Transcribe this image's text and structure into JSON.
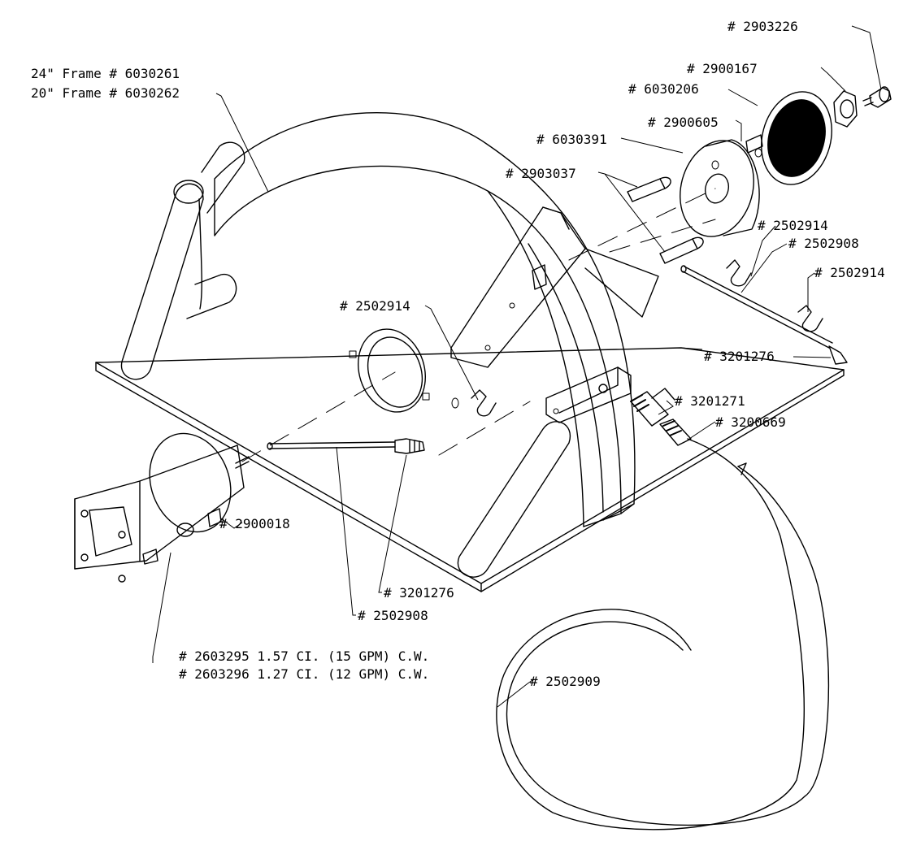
{
  "labels": {
    "frame_24": "24\" Frame # 6030261",
    "frame_20": "20\" Frame # 6030262",
    "p2903226": "# 2903226",
    "p2900167": "# 2900167",
    "p6030206": "# 6030206",
    "p2900605": "# 2900605",
    "p6030391": "# 6030391",
    "p2903037": "# 2903037",
    "p2502914_top": "# 2502914",
    "p2502908_top": "# 2502908",
    "p2502914_right": "# 2502914",
    "p2502914_mid": "# 2502914",
    "p3201276_top": "# 3201276",
    "p3201271": "# 3201271",
    "p3200669": "# 3200669",
    "p2900018": "# 2900018",
    "p3201276_bottom": "# 3201276",
    "p2502908_bottom": "# 2502908",
    "motor_15": "# 2603295 1.57 CI. (15 GPM) C.W.",
    "motor_12": "# 2603296 1.27 CI. (12 GPM) C.W.",
    "p2502909": "# 2502909"
  }
}
